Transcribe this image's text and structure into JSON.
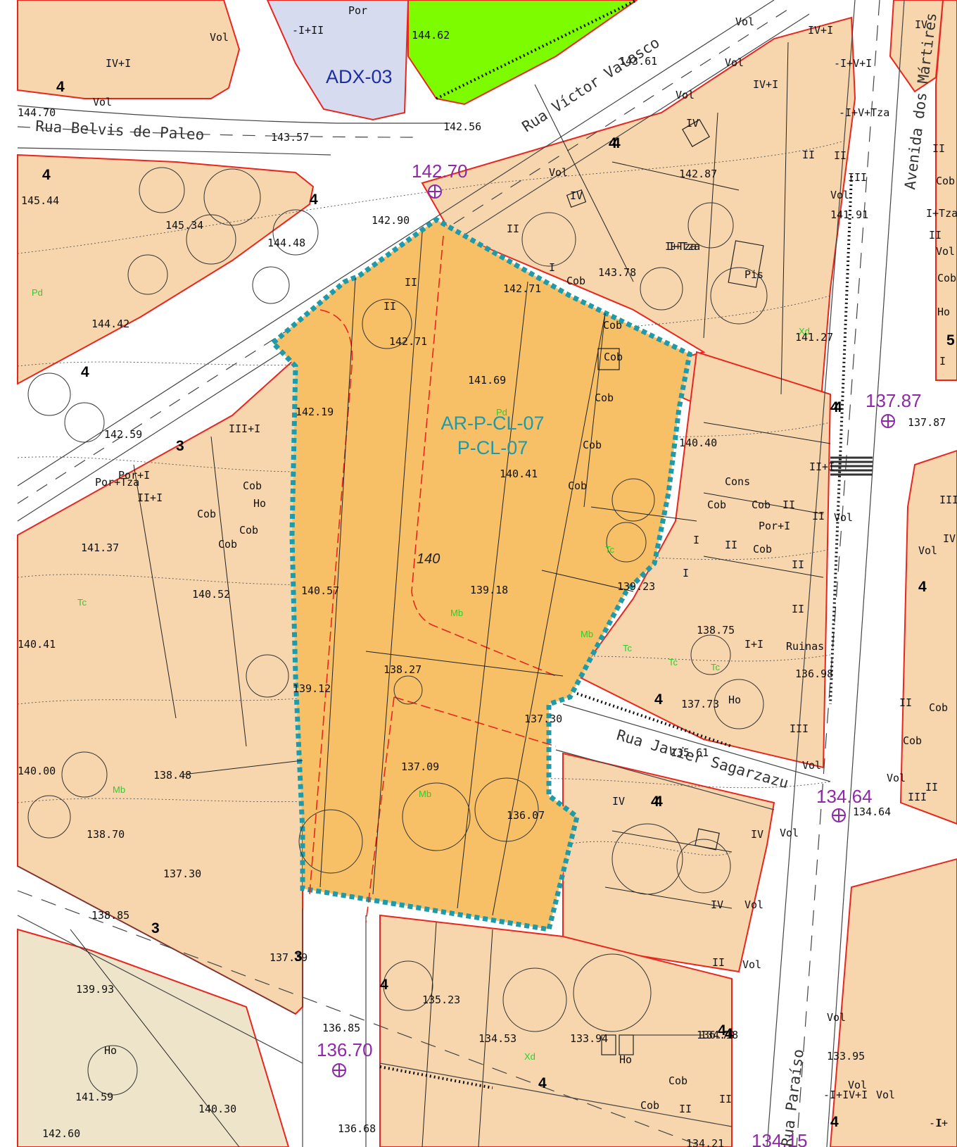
{
  "colors": {
    "parcel_fill": "#f7d6ad",
    "area_fill": "#f7c066",
    "green_fill": "#7dfc00",
    "facility_fill": "#d7dbef",
    "agri_fill": "#ede4c9",
    "boundary_red": "#e8261e",
    "area_outline": "#1f9aa8",
    "benchmark": "#8e2aa6"
  },
  "area": {
    "code1": "AR-P-CL-07",
    "code2": "P-CL-07"
  },
  "facility": {
    "code": "ADX-03",
    "levels": "-I+II",
    "por": "Por"
  },
  "streets": {
    "victor": "Rua Víctor Valasco",
    "belvis": "Rua Belvis de Paleo",
    "javier": "Rua Javier Sagarzazu",
    "martires": "Avenida dos Mártires",
    "paraiso": "Rua Paraíso"
  },
  "benchmarks": [
    {
      "value": "142.70"
    },
    {
      "value": "137.87"
    },
    {
      "value": "134.64"
    },
    {
      "value": "136.70"
    },
    {
      "value": "134.15"
    }
  ],
  "zones": [
    "4",
    "4",
    "4",
    "4",
    "4",
    "4",
    "4",
    "3",
    "4",
    "4",
    "4",
    "4",
    "4",
    "4",
    "3",
    "3",
    "4",
    "4",
    "4",
    "4",
    "5"
  ],
  "uses": [
    "Pd",
    "Pd",
    "Tc",
    "Tc",
    "Mb",
    "Mb",
    "Mb",
    "Mb",
    "Tc",
    "Tc",
    "Tc",
    "Xd",
    "Xd"
  ],
  "elevations": [
    "144.62",
    "144.70",
    "143.57",
    "142.56",
    "143.61",
    "145.44",
    "145.34",
    "144.48",
    "142.90",
    "142.87",
    "141.91",
    "144.42",
    "142.71",
    "142.71",
    "143.78",
    "141.27",
    "141.69",
    "142.19",
    "142.59",
    "140.41",
    "140.40",
    "141.37",
    "140.52",
    "140.57",
    "139.18",
    "139.23",
    "138.75",
    "138.27",
    "139.12",
    "137.30",
    "137.73",
    "136.98",
    "138.48",
    "137.09",
    "136.07",
    "135.61",
    "138.70",
    "137.30",
    "138.85",
    "136.70",
    "137.39",
    "135.23",
    "134.53",
    "133.94",
    "134.18",
    "133.95",
    "136.85",
    "141.59",
    "140.30",
    "142.60",
    "136.68",
    "134.21",
    "139.93",
    "140.41",
    "140.00",
    "137.87",
    "134.64"
  ],
  "contour_label": "140",
  "building_labels": [
    "IV+I",
    "Vol",
    "Vol",
    "Vol",
    "IV+I",
    "-I+V+I",
    "IV+I",
    "-I+V+Tza",
    "IV",
    "II",
    "III",
    "Vol",
    "I+Tza",
    "II",
    "Vol",
    "IV",
    "Vol",
    "Vol",
    "II",
    "I+Tza",
    "I",
    "Cob",
    "Pis",
    "Cob",
    "Cob",
    "Cob",
    "Cob",
    "Cob",
    "III+I",
    "Por+I",
    "Por+Tza",
    "II+I",
    "Cob",
    "Ho",
    "Cob",
    "Cob",
    "Cob",
    "II",
    "II",
    "II+I",
    "Cons",
    "Cob",
    "Cob",
    "II",
    "II",
    "Vol",
    "Por+I",
    "I",
    "II",
    "Cob",
    "II",
    "I",
    "II",
    "I+I",
    "Ruinas",
    "Ho",
    "III",
    "Vol",
    "Vol",
    "IV",
    "IV",
    "Vol",
    "IV",
    "Vol",
    "II",
    "Vol",
    "Vol",
    "III",
    "II",
    "Cob",
    "Cob",
    "II",
    "Vol",
    "-I+IV+I",
    "Vol",
    "-I+",
    "Ho",
    "Ho",
    "Cob",
    "Cob",
    "II",
    "II",
    "Vol",
    "I",
    "IV",
    "I+Tza",
    "Vol",
    "II",
    "II",
    "Cob",
    "Cob",
    "Ho",
    "I",
    "III",
    "IV"
  ]
}
